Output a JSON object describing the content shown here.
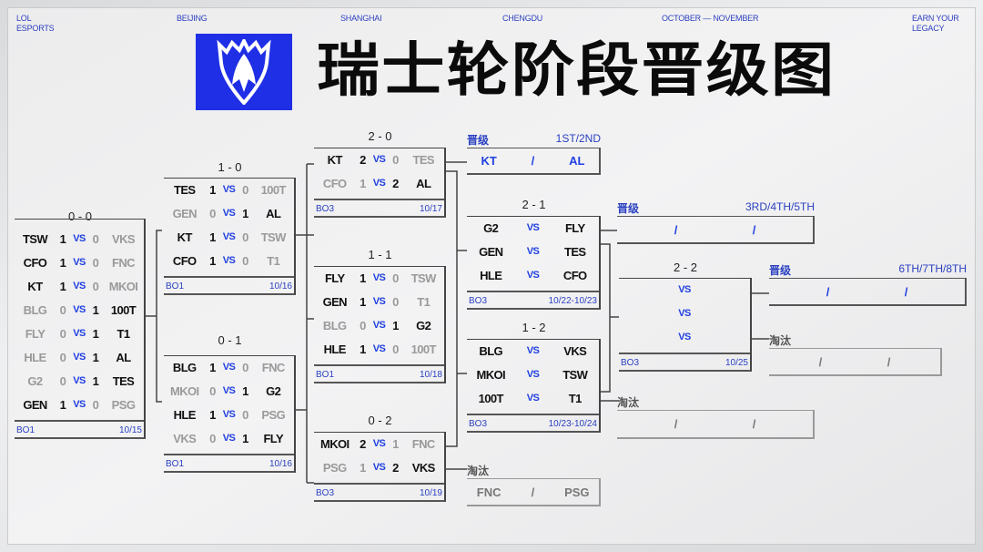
{
  "header": {
    "left": "LOL\nESPORTS",
    "cities": [
      "BEIJING",
      "SHANGHAI",
      "CHENGDU"
    ],
    "dates": "OCTOBER — NOVEMBER",
    "right": "EARN YOUR\nLEGACY",
    "title": "瑞士轮阶段晋级图",
    "logo": "Worlds logo"
  },
  "colors": {
    "accent": "#1f3fe0",
    "logo_bg": "#1f2fe6",
    "loser": "#9a9a9a"
  },
  "rounds": {
    "r00": {
      "record": "0 - 0",
      "format": "BO1",
      "date": "10/15",
      "matches": [
        {
          "t1": "TSW",
          "s1": "1",
          "s2": "0",
          "t2": "VKS",
          "w": 1
        },
        {
          "t1": "CFO",
          "s1": "1",
          "s2": "0",
          "t2": "FNC",
          "w": 1
        },
        {
          "t1": "KT",
          "s1": "1",
          "s2": "0",
          "t2": "MKOI",
          "w": 1
        },
        {
          "t1": "BLG",
          "s1": "0",
          "s2": "1",
          "t2": "100T",
          "w": 2
        },
        {
          "t1": "FLY",
          "s1": "0",
          "s2": "1",
          "t2": "T1",
          "w": 2
        },
        {
          "t1": "HLE",
          "s1": "0",
          "s2": "1",
          "t2": "AL",
          "w": 2
        },
        {
          "t1": "G2",
          "s1": "0",
          "s2": "1",
          "t2": "TES",
          "w": 2
        },
        {
          "t1": "GEN",
          "s1": "1",
          "s2": "0",
          "t2": "PSG",
          "w": 1
        }
      ]
    },
    "r10": {
      "record": "1 - 0",
      "format": "BO1",
      "date": "10/16",
      "matches": [
        {
          "t1": "TES",
          "s1": "1",
          "s2": "0",
          "t2": "100T",
          "w": 1
        },
        {
          "t1": "GEN",
          "s1": "0",
          "s2": "1",
          "t2": "AL",
          "w": 2
        },
        {
          "t1": "KT",
          "s1": "1",
          "s2": "0",
          "t2": "TSW",
          "w": 1
        },
        {
          "t1": "CFO",
          "s1": "1",
          "s2": "0",
          "t2": "T1",
          "w": 1
        }
      ]
    },
    "r01": {
      "record": "0 - 1",
      "format": "BO1",
      "date": "10/16",
      "matches": [
        {
          "t1": "BLG",
          "s1": "1",
          "s2": "0",
          "t2": "FNC",
          "w": 1
        },
        {
          "t1": "MKOI",
          "s1": "0",
          "s2": "1",
          "t2": "G2",
          "w": 2
        },
        {
          "t1": "HLE",
          "s1": "1",
          "s2": "0",
          "t2": "PSG",
          "w": 1
        },
        {
          "t1": "VKS",
          "s1": "0",
          "s2": "1",
          "t2": "FLY",
          "w": 2
        }
      ]
    },
    "r20": {
      "record": "2 - 0",
      "format": "BO3",
      "date": "10/17",
      "matches": [
        {
          "t1": "KT",
          "s1": "2",
          "s2": "0",
          "t2": "TES",
          "w": 1
        },
        {
          "t1": "CFO",
          "s1": "1",
          "s2": "2",
          "t2": "AL",
          "w": 2
        }
      ]
    },
    "r11": {
      "record": "1 - 1",
      "format": "BO1",
      "date": "10/18",
      "matches": [
        {
          "t1": "FLY",
          "s1": "1",
          "s2": "0",
          "t2": "TSW",
          "w": 1
        },
        {
          "t1": "GEN",
          "s1": "1",
          "s2": "0",
          "t2": "T1",
          "w": 1
        },
        {
          "t1": "BLG",
          "s1": "0",
          "s2": "1",
          "t2": "G2",
          "w": 2
        },
        {
          "t1": "HLE",
          "s1": "1",
          "s2": "0",
          "t2": "100T",
          "w": 1
        }
      ]
    },
    "r02": {
      "record": "0 - 2",
      "format": "BO3",
      "date": "10/19",
      "matches": [
        {
          "t1": "MKOI",
          "s1": "2",
          "s2": "1",
          "t2": "FNC",
          "w": 1
        },
        {
          "t1": "PSG",
          "s1": "1",
          "s2": "2",
          "t2": "VKS",
          "w": 2
        }
      ]
    },
    "r21": {
      "record": "2 - 1",
      "format": "BO3",
      "date": "10/22-10/23",
      "matches": [
        {
          "t1": "G2",
          "t2": "FLY"
        },
        {
          "t1": "GEN",
          "t2": "TES"
        },
        {
          "t1": "HLE",
          "t2": "CFO"
        }
      ]
    },
    "r12": {
      "record": "1 - 2",
      "format": "BO3",
      "date": "10/23-10/24",
      "matches": [
        {
          "t1": "BLG",
          "t2": "VKS"
        },
        {
          "t1": "MKOI",
          "t2": "TSW"
        },
        {
          "t1": "100T",
          "t2": "T1"
        }
      ]
    },
    "r22": {
      "record": "2 - 2",
      "format": "BO3",
      "date": "10/25",
      "matches": [
        {
          "t1": "",
          "t2": ""
        },
        {
          "t1": "",
          "t2": ""
        },
        {
          "t1": "",
          "t2": ""
        }
      ]
    }
  },
  "vs": "VS",
  "results": {
    "adv12": {
      "label": "晋级",
      "places": "1ST/2ND",
      "teams": [
        "KT",
        "/",
        "AL"
      ]
    },
    "adv345": {
      "label": "晋级",
      "places": "3RD/4TH/5TH",
      "teams": [
        "",
        "/",
        "",
        "/",
        ""
      ]
    },
    "adv678": {
      "label": "晋级",
      "places": "6TH/7TH/8TH",
      "teams": [
        "",
        "/",
        "",
        "/",
        ""
      ]
    },
    "elim02": {
      "label": "淘汰",
      "teams": [
        "FNC",
        "/",
        "PSG"
      ]
    },
    "elim12": {
      "label": "淘汰",
      "teams": [
        "",
        "/",
        "",
        "/",
        ""
      ]
    },
    "elim22": {
      "label": "淘汰",
      "teams": [
        "",
        "/",
        "",
        "/",
        ""
      ]
    }
  }
}
